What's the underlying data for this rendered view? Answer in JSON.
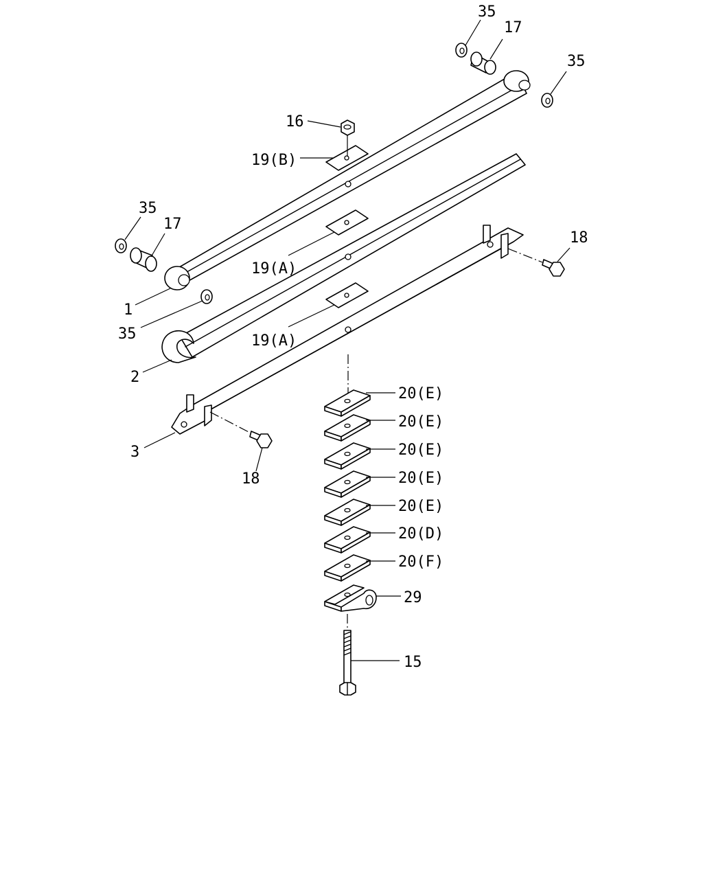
{
  "diagram": {
    "type": "exploded parts diagram",
    "colors": {
      "line": "#000000",
      "background": "#ffffff"
    },
    "callouts": {
      "c35_top": "35",
      "c17_top": "17",
      "c35_right": "35",
      "c16": "16",
      "c19b": "19(B)",
      "c35_left": "35",
      "c17_left": "17",
      "c19a_1": "19(A)",
      "c18_right": "18",
      "c1": "1",
      "c35_bottom": "35",
      "c19a_2": "19(A)",
      "c2": "2",
      "c20e_1": "20(E)",
      "c20e_2": "20(E)",
      "c20e_3": "20(E)",
      "c20e_4": "20(E)",
      "c20e_5": "20(E)",
      "c20d": "20(D)",
      "c20f": "20(F)",
      "c3": "3",
      "c18_left": "18",
      "c29": "29",
      "c15": "15"
    }
  }
}
